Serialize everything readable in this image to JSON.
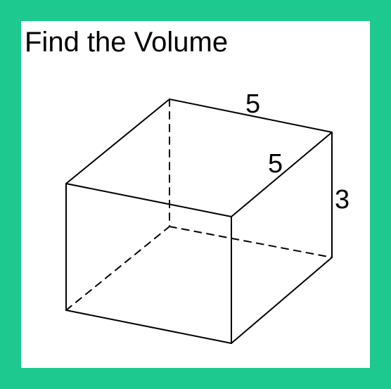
{
  "title": "Find the Volume",
  "dimensions": {
    "top_edge": "5",
    "depth_edge": "5",
    "height_edge": "3"
  },
  "colors": {
    "frame": "#1ec990",
    "background": "#ffffff",
    "ink": "#000000"
  },
  "figure": {
    "shape": "rectangular prism",
    "hidden_edges": "dashed"
  }
}
